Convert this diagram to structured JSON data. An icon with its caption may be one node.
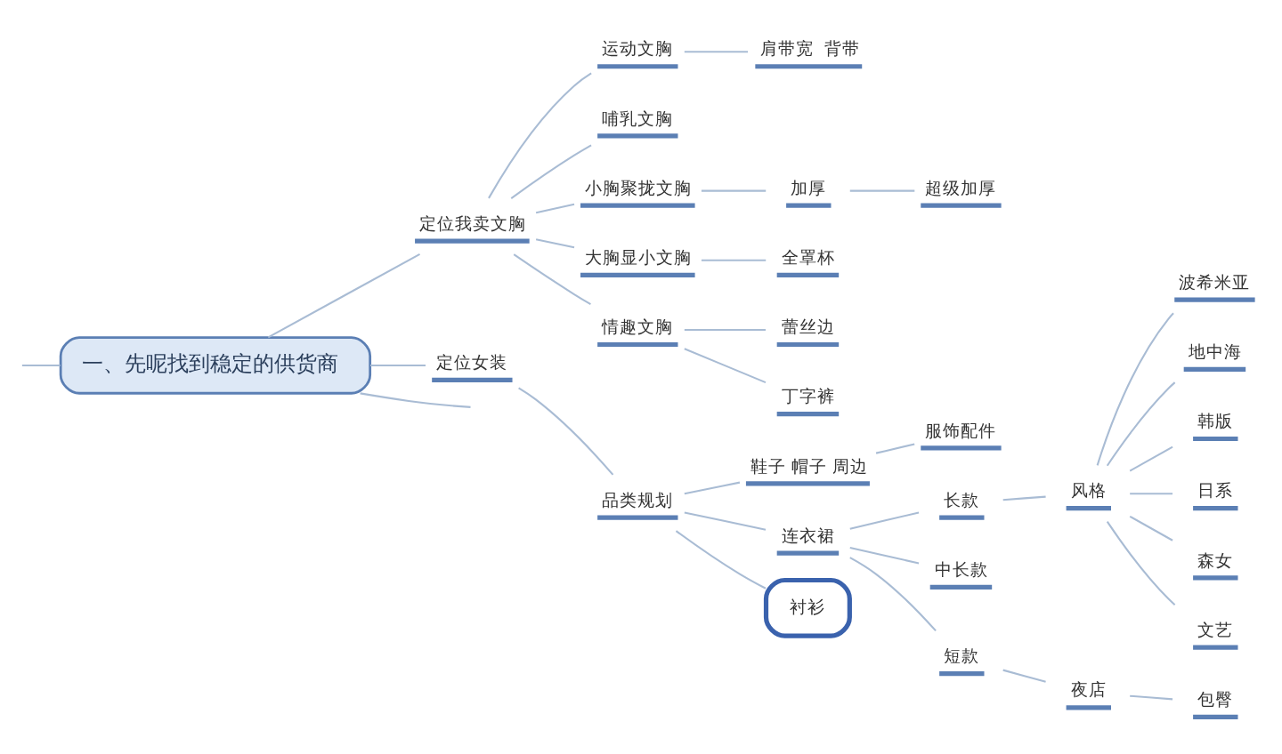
{
  "diagram": {
    "nodes": [
      {
        "text": [
          "一、先呢找到稳定的供货商"
        ]
      },
      {
        "text": [
          "定位我卖文胸"
        ]
      },
      {
        "text": [
          "运动文胸"
        ]
      },
      {
        "text": [
          "肩带宽  背带"
        ]
      },
      {
        "text": [
          "哺乳文胸"
        ]
      },
      {
        "text": [
          "小胸聚拢文胸"
        ]
      },
      {
        "text": [
          "加厚"
        ]
      },
      {
        "text": [
          "超级加厚"
        ]
      },
      {
        "text": [
          "大胸显小文胸"
        ]
      },
      {
        "text": [
          "全罩杯"
        ]
      },
      {
        "text": [
          "情趣文胸"
        ]
      },
      {
        "text": [
          "蕾丝边"
        ]
      },
      {
        "text": [
          "丁字裤"
        ]
      },
      {
        "text": [
          "定位女装"
        ]
      },
      {
        "text": [
          "品类规划"
        ]
      },
      {
        "text": [
          "鞋子 帽子 周边"
        ]
      },
      {
        "text": [
          "服饰配件"
        ]
      },
      {
        "text": [
          "连衣裙"
        ]
      },
      {
        "text": [
          "长款"
        ]
      },
      {
        "text": [
          "风格"
        ]
      },
      {
        "text": [
          "波希米亚"
        ]
      },
      {
        "text": [
          "地中海"
        ]
      },
      {
        "text": [
          "韩版"
        ]
      },
      {
        "text": [
          "日系"
        ]
      },
      {
        "text": [
          "森女"
        ]
      },
      {
        "text": [
          "文艺"
        ]
      },
      {
        "text": [
          "中长款"
        ]
      },
      {
        "text": [
          "短款"
        ]
      },
      {
        "text": [
          "夜店"
        ]
      },
      {
        "text": [
          "包臀"
        ]
      },
      {
        "text": [
          "衬衫"
        ]
      }
    ],
    "edges": [
      {
        "from": null,
        "to": 0,
        "arrow": "none"
      },
      {
        "from": 0,
        "to": null,
        "arrow": "none"
      },
      {
        "from": 0,
        "to": 1,
        "arrow": "none"
      },
      {
        "from": 1,
        "to": 2,
        "arrow": "none"
      },
      {
        "from": 2,
        "to": 3,
        "arrow": "none"
      },
      {
        "from": 1,
        "to": 4,
        "arrow": "none"
      },
      {
        "from": 1,
        "to": 5,
        "arrow": "none"
      },
      {
        "from": 5,
        "to": 6,
        "arrow": "none"
      },
      {
        "from": 6,
        "to": 7,
        "arrow": "none"
      },
      {
        "from": 1,
        "to": 8,
        "arrow": "none"
      },
      {
        "from": 8,
        "to": 9,
        "arrow": "none"
      },
      {
        "from": 1,
        "to": 10,
        "arrow": "none"
      },
      {
        "from": 10,
        "to": 11,
        "arrow": "none"
      },
      {
        "from": 10,
        "to": 12,
        "arrow": "none"
      },
      {
        "from": 0,
        "to": 13,
        "arrow": "none"
      },
      {
        "from": 13,
        "to": 14,
        "arrow": "none"
      },
      {
        "from": 14,
        "to": 15,
        "arrow": "none"
      },
      {
        "from": 15,
        "to": 16,
        "arrow": "none"
      },
      {
        "from": 14,
        "to": 17,
        "arrow": "none"
      },
      {
        "from": 17,
        "to": 18,
        "arrow": "none"
      },
      {
        "from": 18,
        "to": 19,
        "arrow": "none"
      },
      {
        "from": 19,
        "to": 20,
        "arrow": "none"
      },
      {
        "from": 19,
        "to": 21,
        "arrow": "none"
      },
      {
        "from": 19,
        "to": 22,
        "arrow": "none"
      },
      {
        "from": 19,
        "to": 23,
        "arrow": "none"
      },
      {
        "from": 19,
        "to": 24,
        "arrow": "none"
      },
      {
        "from": 19,
        "to": 25,
        "arrow": "none"
      },
      {
        "from": 17,
        "to": 26,
        "arrow": "none"
      },
      {
        "from": 17,
        "to": 27,
        "arrow": "none"
      },
      {
        "from": 27,
        "to": 28,
        "arrow": "none"
      },
      {
        "from": 28,
        "to": 29,
        "arrow": "none"
      },
      {
        "from": 14,
        "to": 30,
        "arrow": "none"
      }
    ]
  }
}
